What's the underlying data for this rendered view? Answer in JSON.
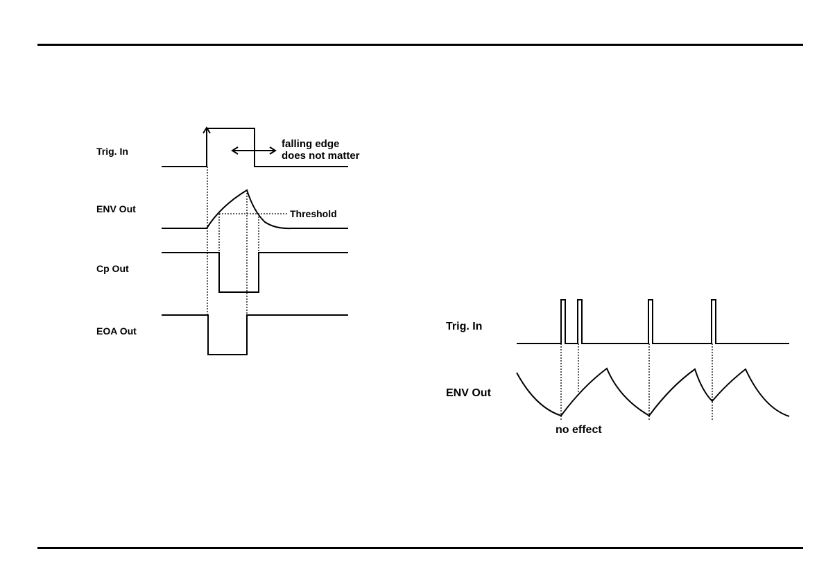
{
  "left_diagram": {
    "signals": [
      "Trig. In",
      "ENV Out",
      "Cp Out",
      "EOA Out"
    ],
    "annotations": {
      "falling_edge_line1": "falling edge",
      "falling_edge_line2": "does not matter",
      "threshold": "Threshold"
    }
  },
  "right_diagram": {
    "signals": [
      "Trig. In",
      "ENV Out"
    ],
    "annotations": {
      "no_effect": "no effect"
    }
  },
  "colors": {
    "ink": "#000000",
    "background": "#ffffff"
  }
}
